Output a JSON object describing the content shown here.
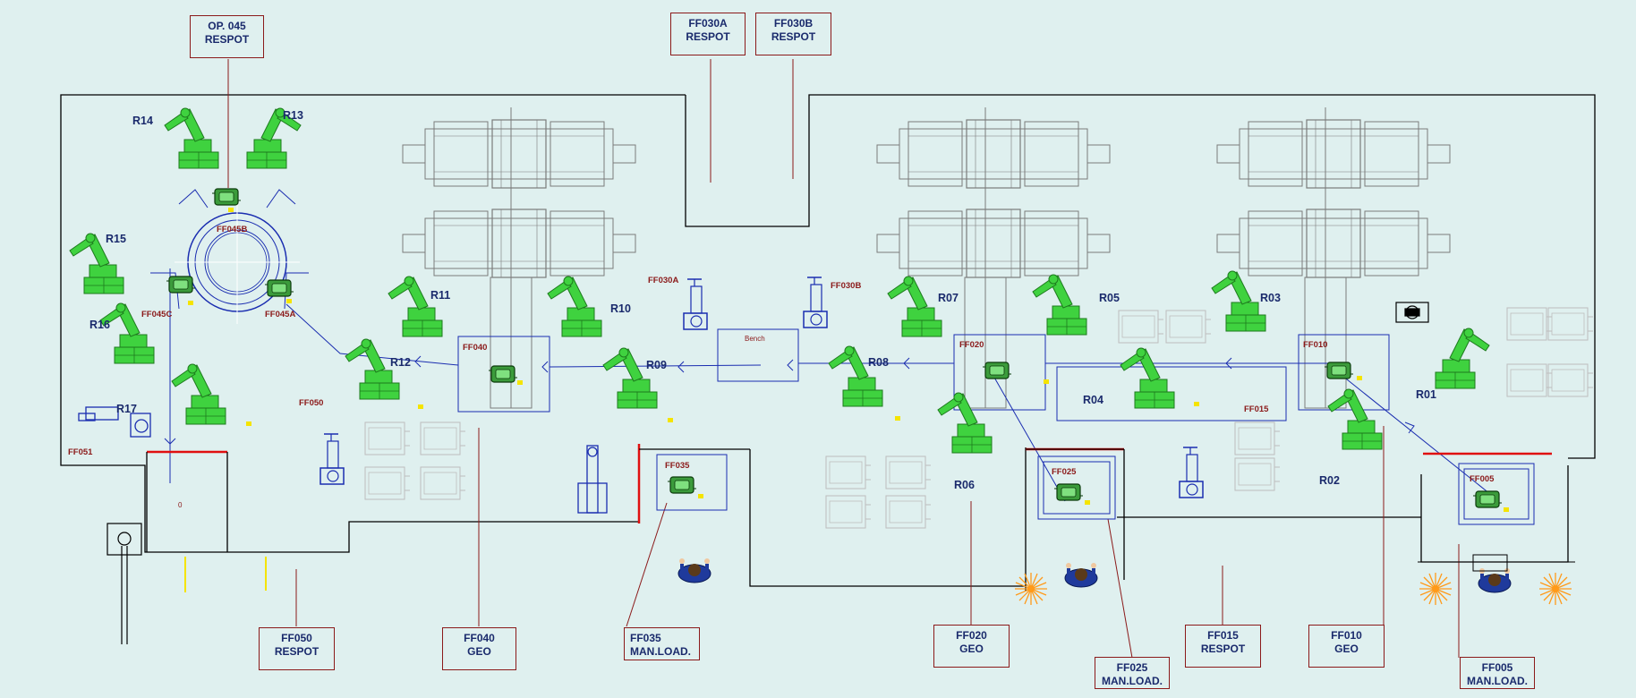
{
  "callouts": [
    {
      "id": "op045",
      "line1": "OP. 045",
      "line2": "RESPOT"
    },
    {
      "id": "ff030a",
      "line1": "FF030A",
      "line2": "RESPOT"
    },
    {
      "id": "ff030b",
      "line1": "FF030B",
      "line2": "RESPOT"
    },
    {
      "id": "ff050",
      "line1": "FF050",
      "line2": "RESPOT"
    },
    {
      "id": "ff040",
      "line1": "FF040",
      "line2": "GEO"
    },
    {
      "id": "ff035",
      "line1": "FF035",
      "line2": "MAN.LOAD."
    },
    {
      "id": "ff020",
      "line1": "FF020",
      "line2": "GEO"
    },
    {
      "id": "ff025",
      "line1": "FF025",
      "line2": "MAN.LOAD."
    },
    {
      "id": "ff015",
      "line1": "FF015",
      "line2": "RESPOT"
    },
    {
      "id": "ff010",
      "line1": "FF010",
      "line2": "GEO"
    },
    {
      "id": "ff005",
      "line1": "FF005",
      "line2": "MAN.LOAD."
    }
  ],
  "robots": [
    "R14",
    "R13",
    "R15",
    "R16",
    "R17",
    "R11",
    "R10",
    "R12",
    "R09",
    "R08",
    "R07",
    "R05",
    "R03",
    "R06",
    "R04",
    "R02",
    "R01"
  ],
  "fixtures": [
    "FF045B",
    "FF045C",
    "FF045A",
    "FF050",
    "FF051",
    "FF040",
    "FF030A",
    "FF030B",
    "FF035",
    "FF020",
    "FF025",
    "FF015",
    "FF010",
    "FF005"
  ],
  "bench_label": "Bench",
  "zero_label": "0",
  "colors": {
    "background": "#dff0ef",
    "robot": "#3fd23f",
    "robot_dark": "#1d7a1d",
    "fixture_blue": "#1a2db0",
    "label_red": "#8b1a1a",
    "label_navy": "#1a2a6c",
    "fence": "#000000",
    "machine_gray": "#7b7b7b",
    "light_gray": "#bdbdbd",
    "safety_red": "#e01010",
    "yellow": "#f5e400",
    "orange": "#ff9a1a"
  }
}
